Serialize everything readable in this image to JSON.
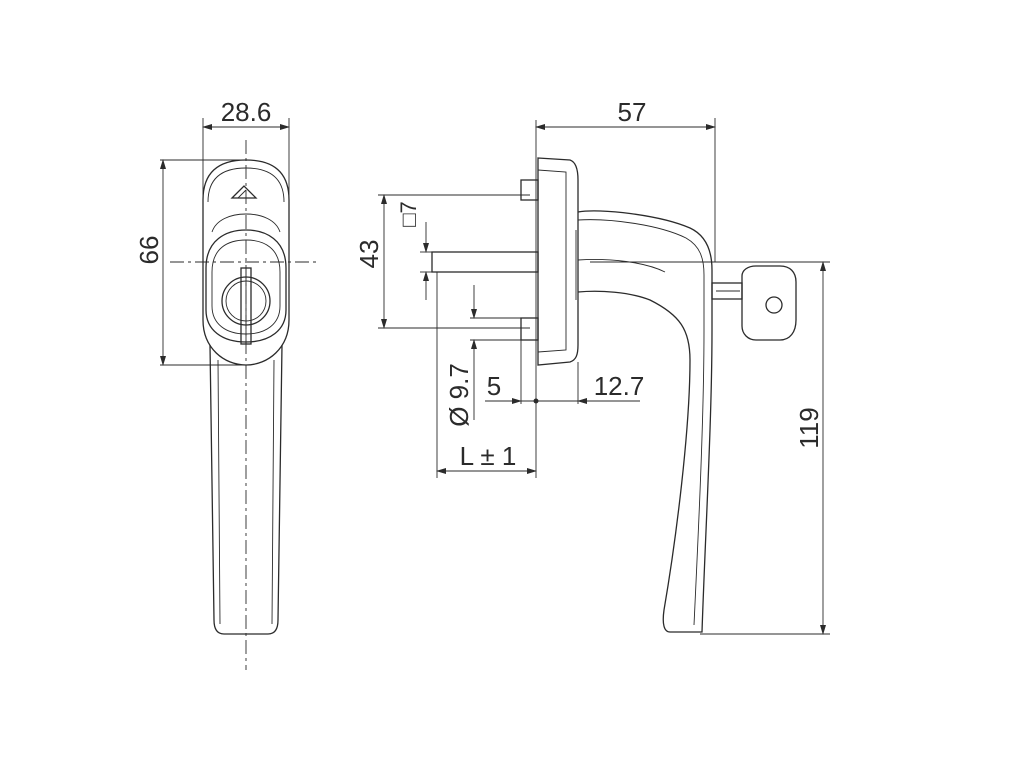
{
  "dimensions": {
    "width_top": "28.6",
    "height_left": "66",
    "square": "7",
    "spindle_height": "43",
    "diameter": "Ø 9.7",
    "offset_5": "5",
    "offset_12_7": "12.7",
    "length": "L ± 1",
    "depth_57": "57",
    "height_119": "119"
  },
  "symbols": {
    "square_symbol": "□"
  }
}
